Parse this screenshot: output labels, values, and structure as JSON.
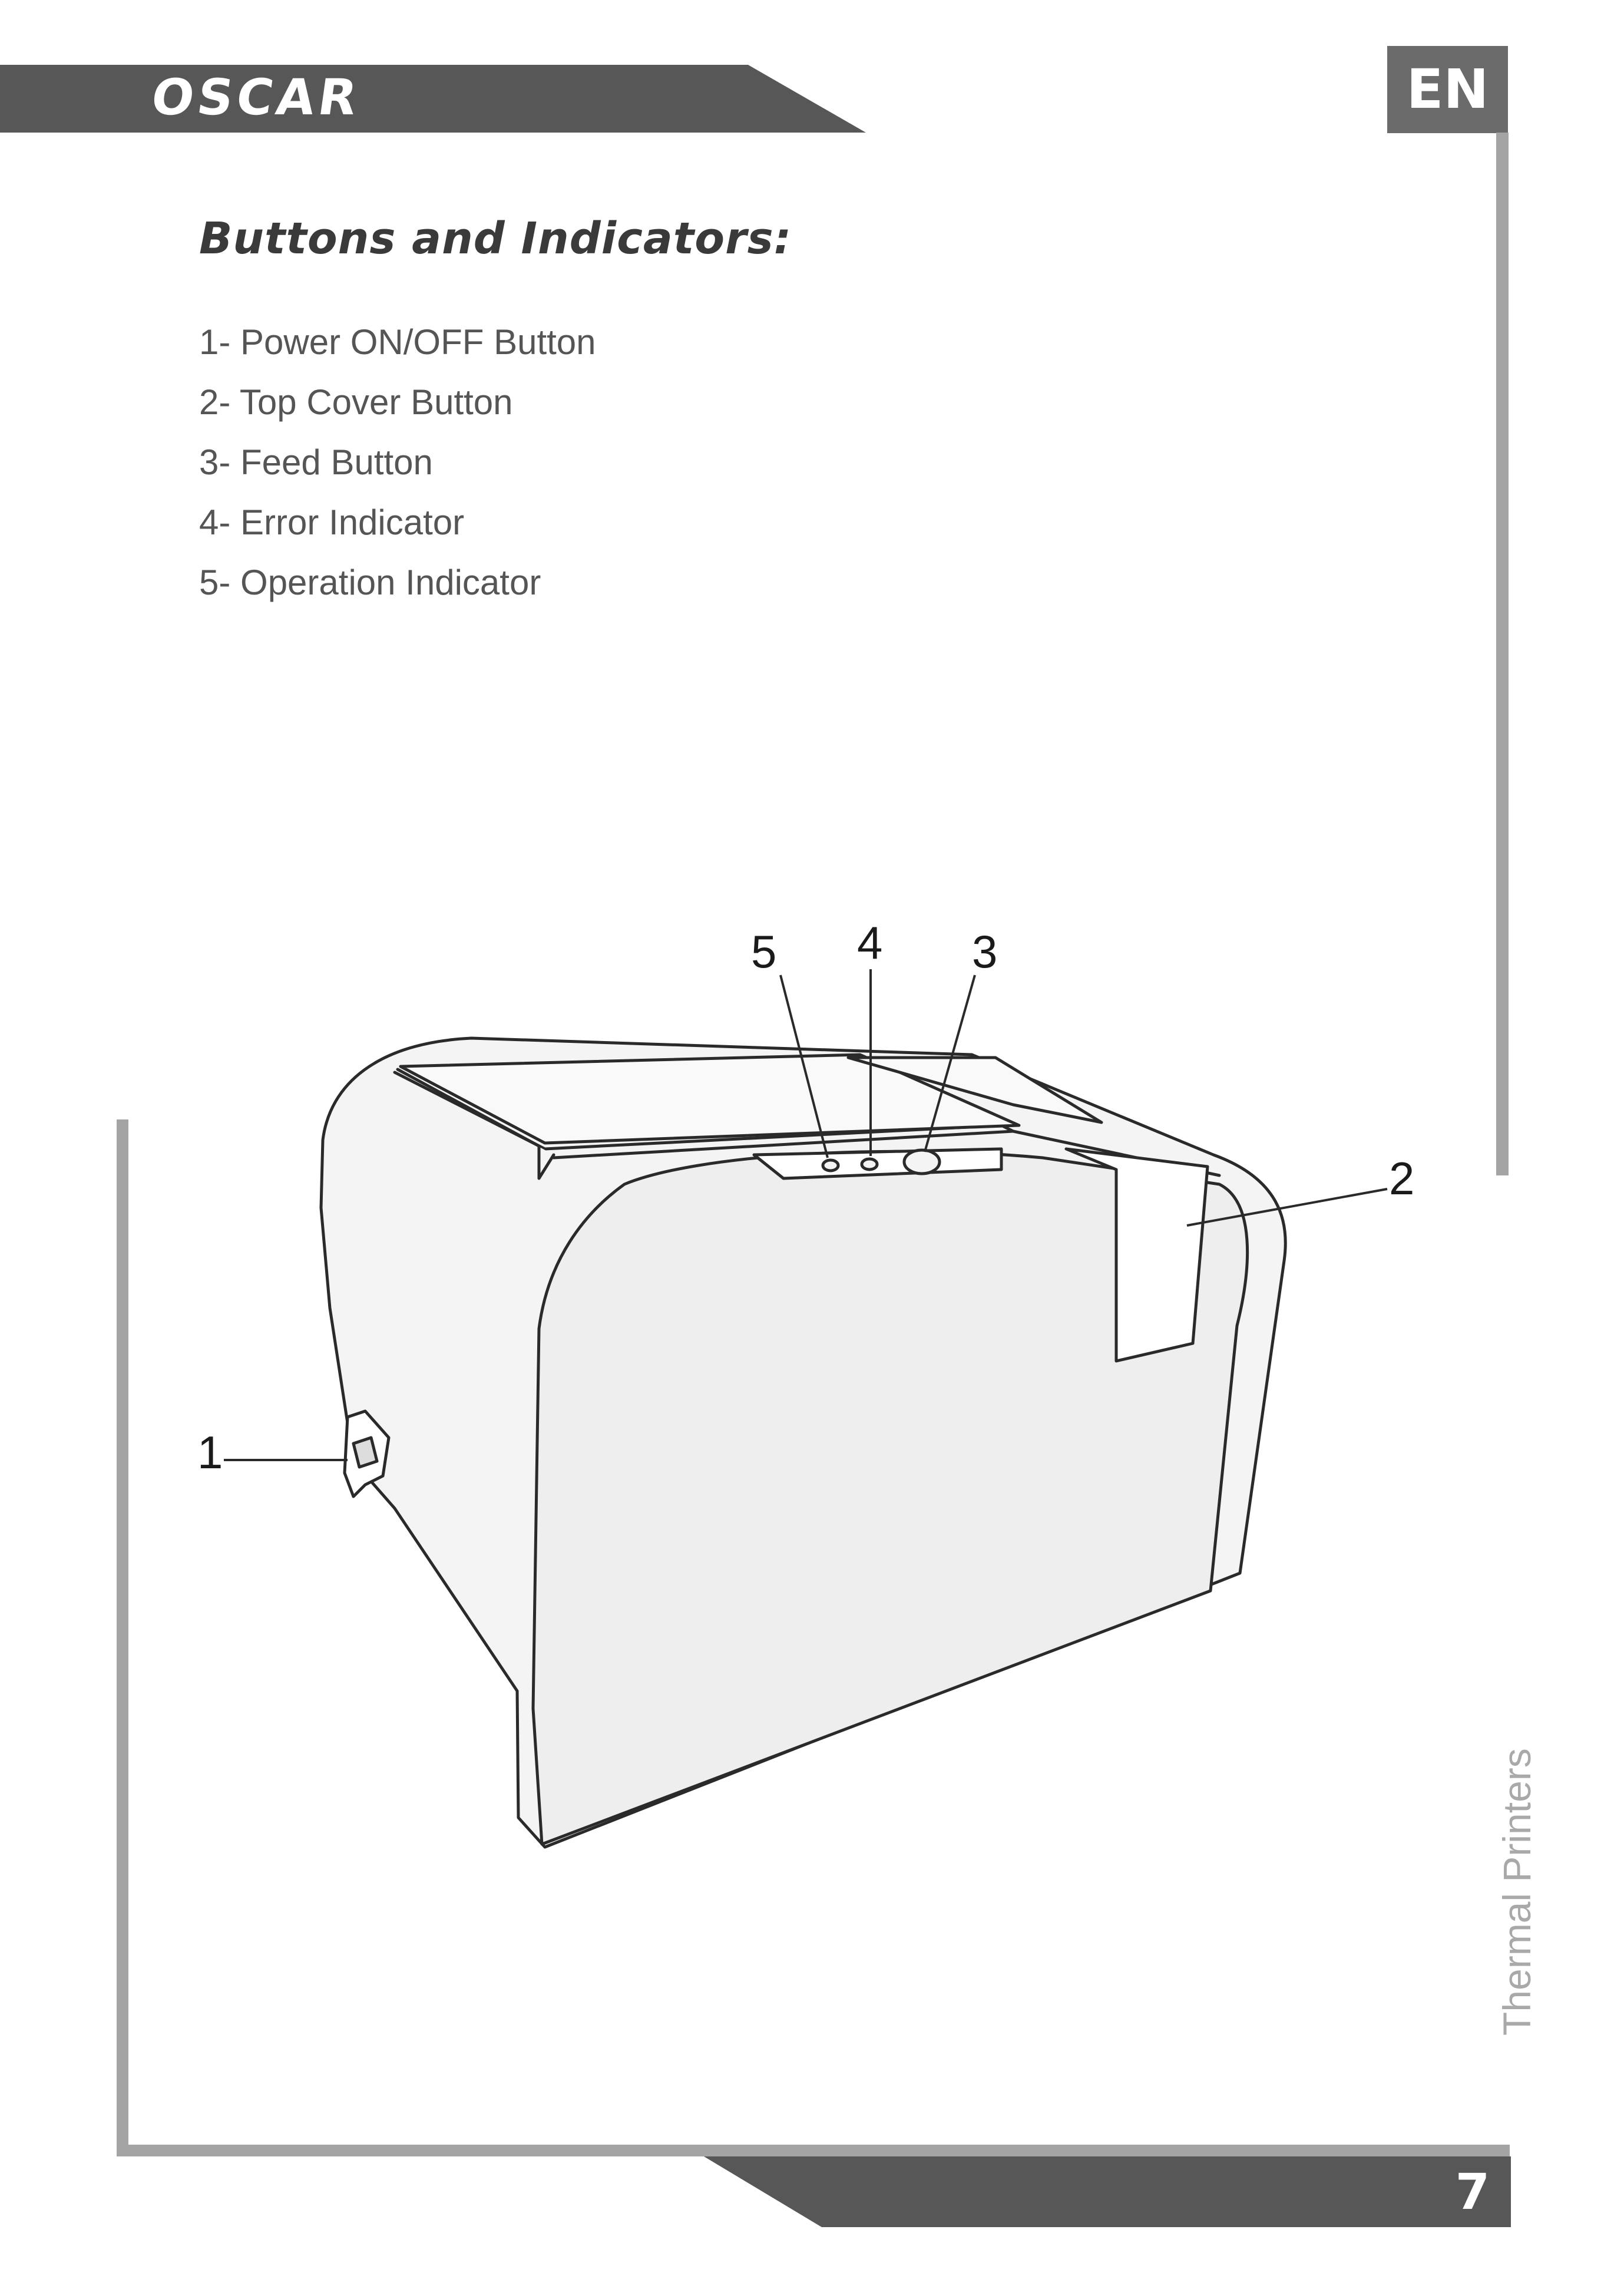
{
  "header": {
    "logo_text": "OSCAR",
    "language": "EN"
  },
  "section": {
    "title": "Buttons and Indicators:",
    "items": [
      "1- Power ON/OFF Button",
      "2- Top Cover Button",
      "3- Feed Button",
      "4- Error Indicator",
      "5- Operation Indicator"
    ]
  },
  "figure": {
    "callouts": [
      "1",
      "2",
      "3",
      "4",
      "5"
    ]
  },
  "side_label": "Thermal Printers",
  "footer": {
    "page_number": "7"
  },
  "colors": {
    "header_bar": "#575757",
    "frame": "#a4a4a4",
    "badge": "#6b6b6b"
  }
}
